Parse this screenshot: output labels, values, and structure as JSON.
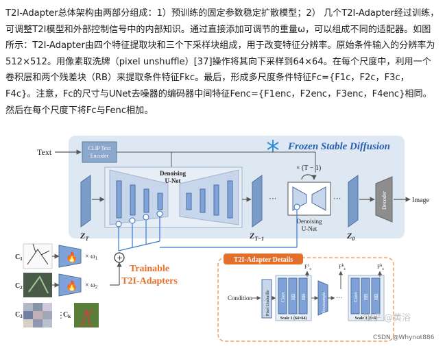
{
  "article": {
    "paragraph": "T2I-Adapter总体架构由两部分组成：1）预训练的固定参数稳定扩散模型；2） 几个T2I-Adapter经过训练，可调整T2I模型和外部控制信号中的内部知识。通过直接添加可调节的重量ω，可以组成不同的适配器。如图所示：T2I-Adapter由四个特征提取块和三个下采样块组成，用于改变特征分辨率。原始条件输入的分辨率为512×512。用像素取洗牌（pixel unshuffle）[37]操作将其向下采样到64×64。在每个尺度中，利用一个卷积层和两个残差块（RB）来提取条件特征Fkc。最后，形成多尺度条件特征Fc={F1c，F2c，F3c，F4c}。注意，Fc的尺寸与UNet去噪器的编码器中间特征Fenc={F1enc，F2enc，F3enc，F4enc}相同。然后在每个尺度下将Fc与Fenc相加。"
  },
  "figure": {
    "text_input": "Text",
    "clip_encoder": [
      "CLIP Text",
      "Encoder"
    ],
    "frozen_title": "Frozen Stable Diffusion",
    "denoising_unet": [
      "Denoising",
      "U-Net"
    ],
    "loop_label": "× (T − 1)",
    "image_output": "Image",
    "decoder": "Decoder",
    "z_T": "Z",
    "z_T_sub": "T",
    "z_T1": "Z",
    "z_T1_sub": "T−1",
    "z_0": "Z",
    "z_0_sub": "0",
    "trainable_title": [
      "Trainable",
      "T2I-Adapters"
    ],
    "weight1": "× ω",
    "weight1_sub": "1",
    "weight2": "× ω",
    "weight2_sub": "2",
    "cond_labels": [
      "C",
      "C",
      "C",
      "C"
    ],
    "cond_subs": [
      "1",
      "2",
      "3",
      "k"
    ],
    "details_title": "T2I-Adapter Details",
    "condition": "Condition",
    "pixel_unshuffle": "Pixel Unshuffle",
    "conv": "Conv",
    "rb": "RB",
    "downsample": "Downsample",
    "scale1": "Scale 1 (64×64)",
    "scale4": "Scale 4 (8×8)",
    "f_labels": [
      "F",
      "F",
      "F"
    ],
    "f_sups": [
      "1",
      "k",
      "k"
    ],
    "f_subs": [
      "c",
      "c",
      "c"
    ],
    "watermark1": "知乎 @黄浴",
    "watermark2": "CSDN @Whynot886",
    "colors": {
      "frozen_bg": "#dde8f3",
      "trainable": "#e46f2a",
      "adapter_block": "#7fa3d8",
      "details_border": "#f0a060"
    }
  }
}
